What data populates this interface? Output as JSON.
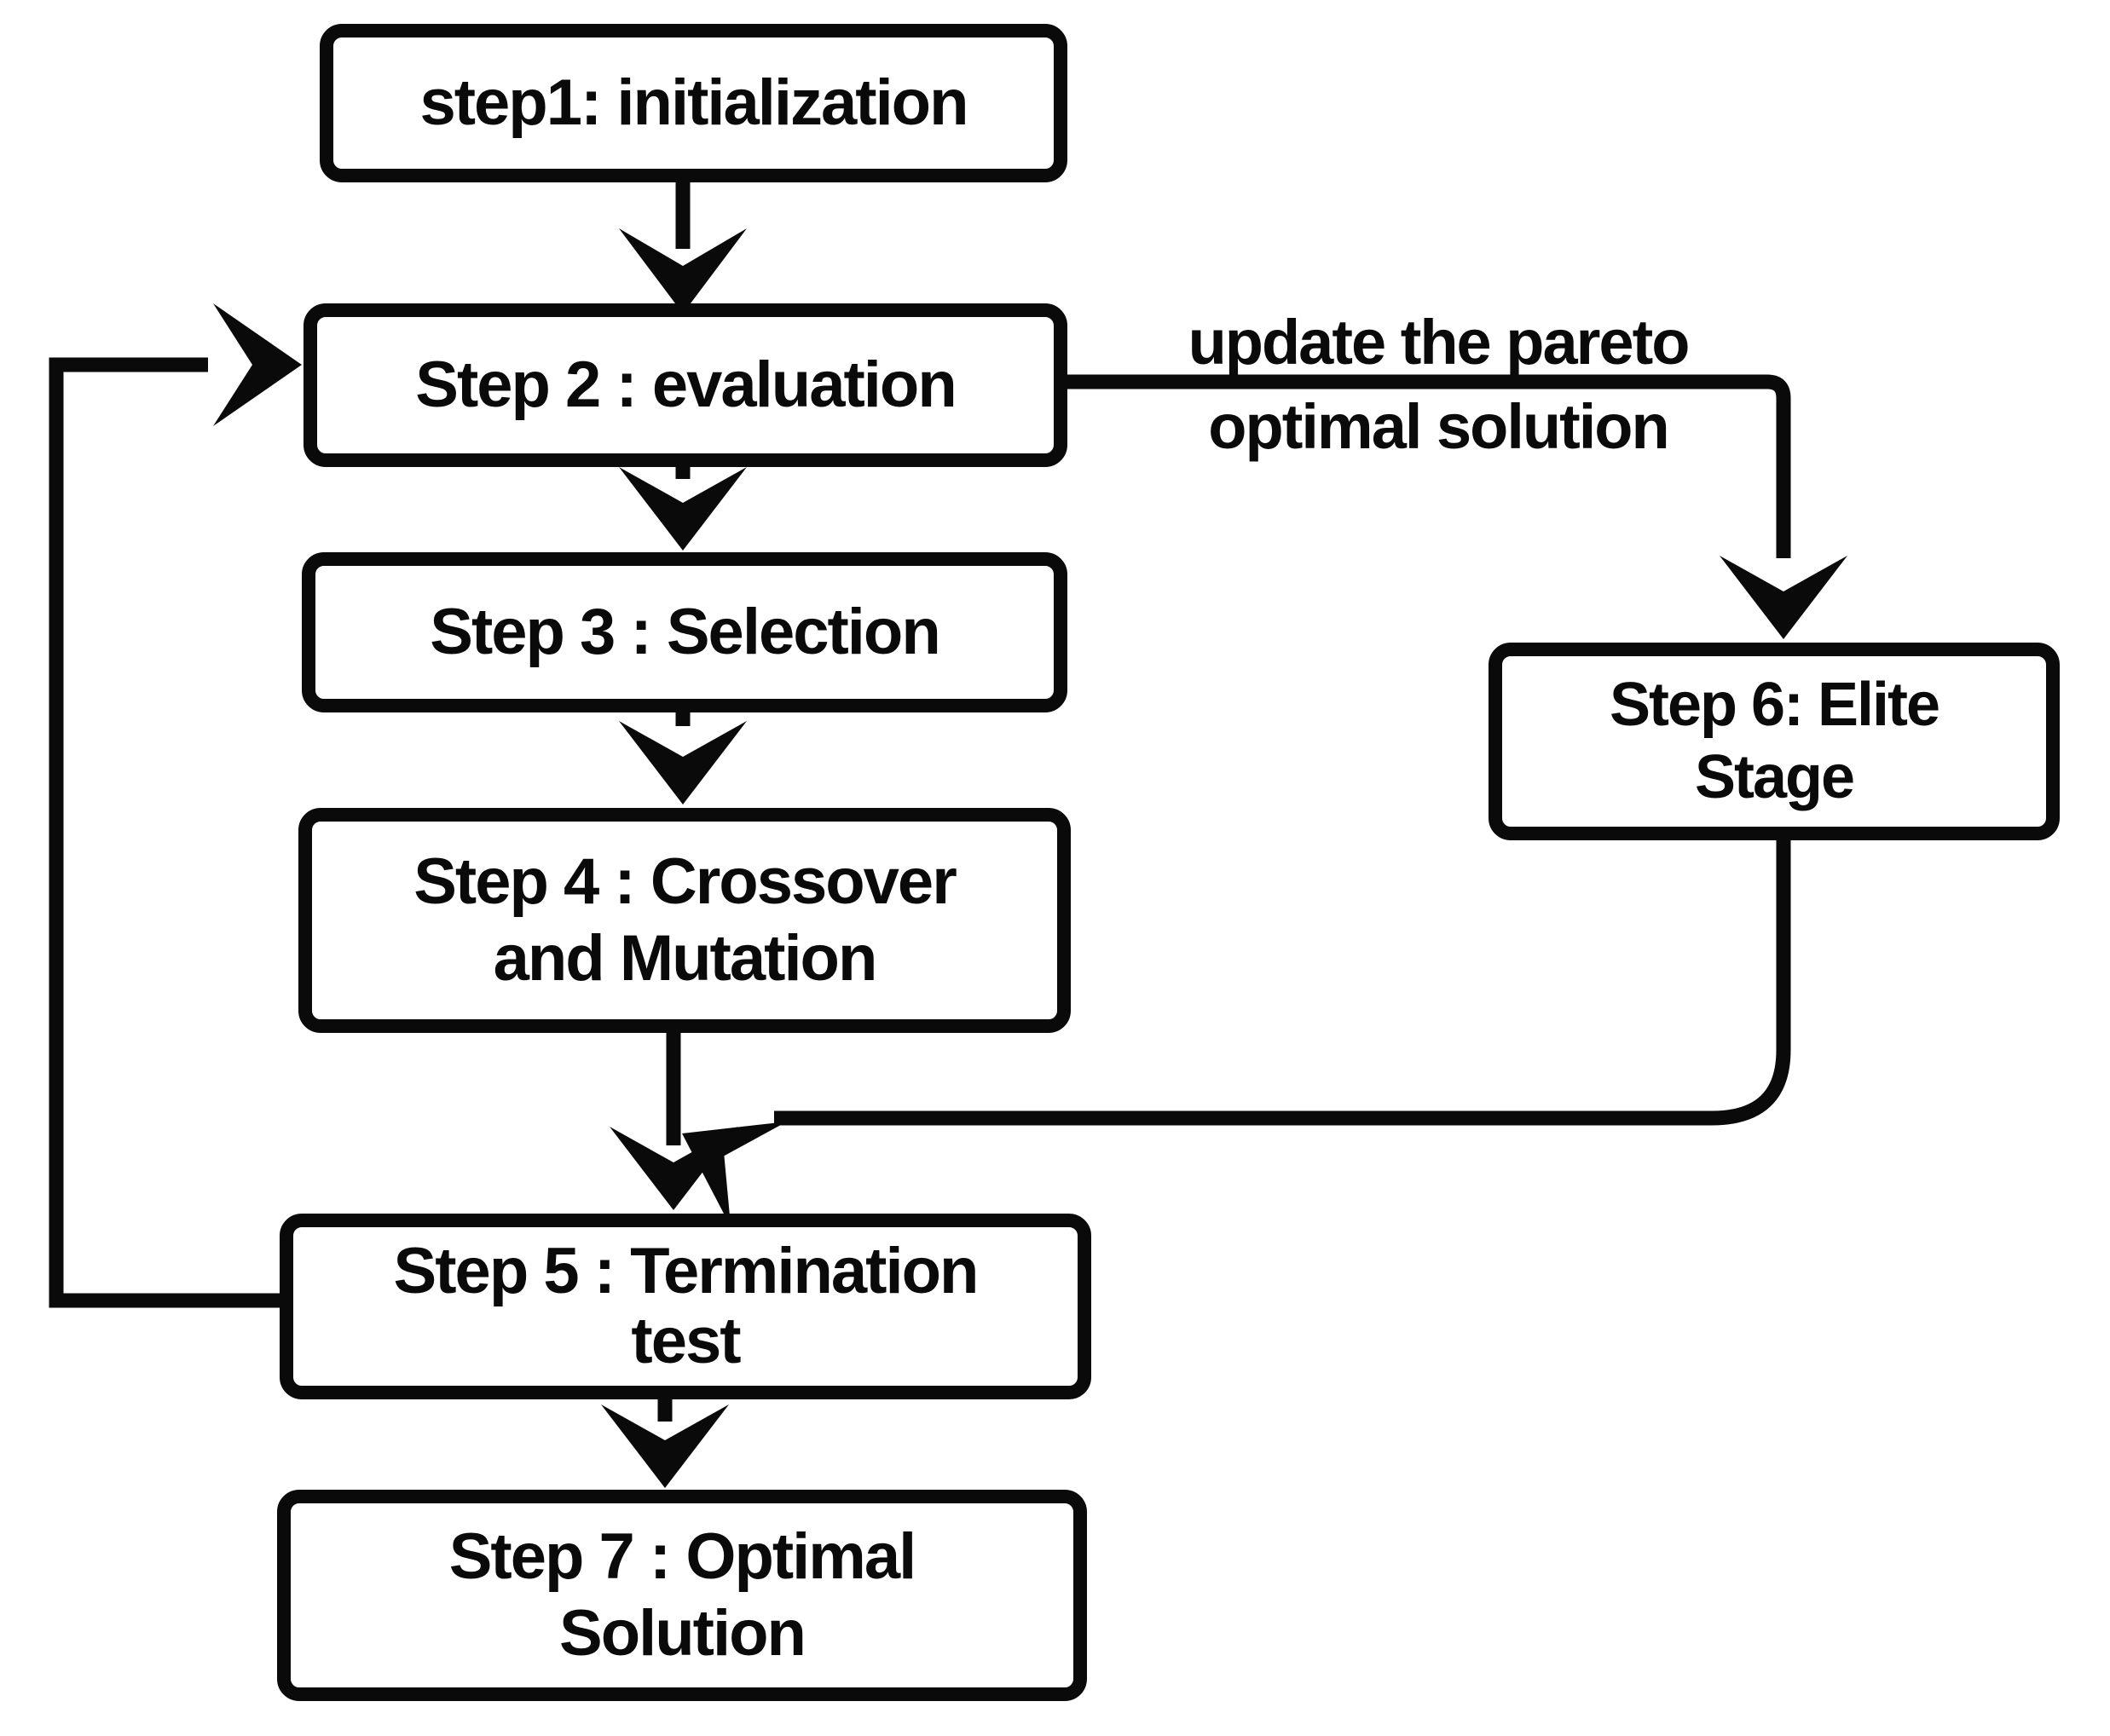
{
  "diagram_title": "genetic-algorithm-flowchart",
  "colors": {
    "ink": "#0a0a0a",
    "background": "#ffffff"
  },
  "boxes": {
    "step1": {
      "label": "step1: initialization"
    },
    "step2": {
      "label": "Step 2 : evaluation"
    },
    "step3": {
      "label": "Step 3 : Selection"
    },
    "step4": {
      "line1": "Step 4 : Crossover",
      "line2": "and Mutation"
    },
    "step5": {
      "line1": "Step 5 : Termination",
      "line2": "test"
    },
    "step6": {
      "line1": "Step 6: Elite",
      "line2": "Stage"
    },
    "step7": {
      "line1": "Step 7 : Optimal",
      "line2": "Solution"
    }
  },
  "edge_label": {
    "line1": "update the pareto",
    "line2": "optimal solution"
  },
  "flow": [
    "step1 -> step2",
    "step2 -> step3",
    "step3 -> step4",
    "step4 -> step5",
    "step2 -> step6 (update the pareto optimal solution)",
    "step6 -> step5",
    "step5 -> step2 (loop back)",
    "step5 -> step7"
  ]
}
